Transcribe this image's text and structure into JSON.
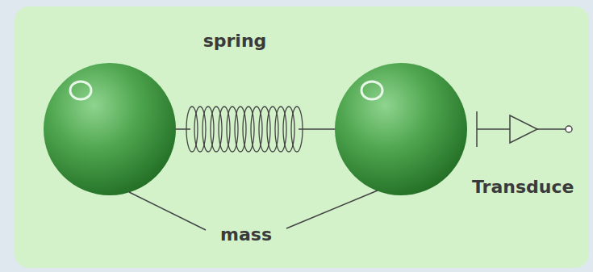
{
  "diagram": {
    "labels": [
      "spring",
      "Transduce",
      "mass"
    ]
  }
}
